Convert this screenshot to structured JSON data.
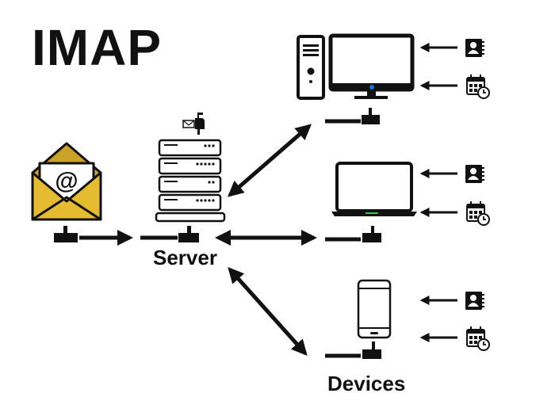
{
  "title": "IMAP",
  "labels": {
    "server": "Server",
    "devices": "Devices"
  },
  "colors": {
    "envelope_gold": "#E5BC2F",
    "envelope_dark_gold": "#C9A227",
    "monitor_led": "#1E6FD9",
    "laptop_led": "#2ECC40",
    "stroke": "#111111",
    "background": "#FFFFFF"
  },
  "nodes": [
    {
      "id": "email",
      "icon": "envelope-at-icon"
    },
    {
      "id": "server",
      "icon": "server-rack-icon",
      "badge_icon": "mailbox-icon"
    },
    {
      "id": "desktop",
      "icon": "desktop-computer-icon"
    },
    {
      "id": "laptop",
      "icon": "laptop-icon"
    },
    {
      "id": "phone",
      "icon": "smartphone-icon"
    }
  ],
  "device_data_icons": [
    {
      "device": "desktop",
      "items": [
        "contacts-book-icon",
        "calendar-clock-icon"
      ]
    },
    {
      "device": "laptop",
      "items": [
        "contacts-book-icon",
        "calendar-clock-icon"
      ]
    },
    {
      "device": "phone",
      "items": [
        "contacts-book-icon",
        "calendar-clock-icon"
      ]
    }
  ],
  "connections": [
    {
      "from": "email",
      "to": "server",
      "direction": "one-way"
    },
    {
      "from": "server",
      "to": "desktop",
      "direction": "two-way"
    },
    {
      "from": "server",
      "to": "laptop",
      "direction": "two-way"
    },
    {
      "from": "server",
      "to": "phone",
      "direction": "two-way"
    }
  ]
}
